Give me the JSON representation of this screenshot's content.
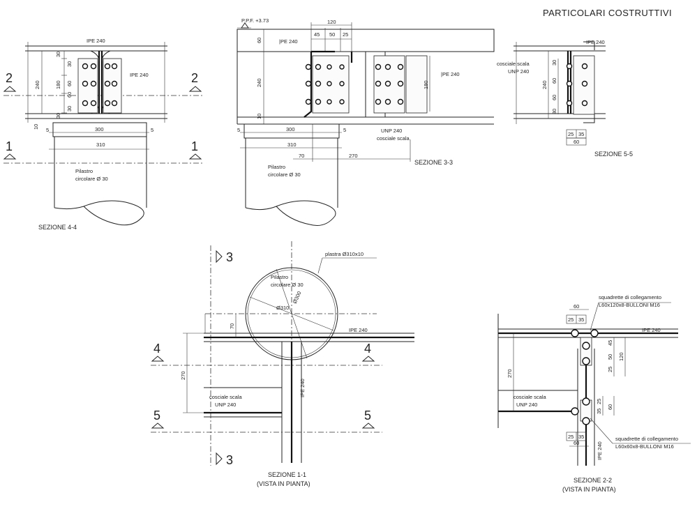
{
  "title": "PARTICOLARI COSTRUTTIVI",
  "labels": {
    "ipe240": "IPE 240",
    "ipe240_spaced": "|PE 240",
    "unp240": "UNP 240",
    "cosciale": "cosciale scala",
    "pilastro": "Pilastro",
    "circolare": "circolare Ø 30",
    "ppf": "P.P.F. +3.73",
    "plastra": "plastra Ø310x10",
    "d310": "Ø310",
    "d300": "Ø300",
    "squadrette": "squadrette di collegamento",
    "sq_a": "L60x120x8-BULLONI M16",
    "sq_b": "L60x60x8-BULLONI M16"
  },
  "sections": {
    "s44": "SEZIONE 4-4",
    "s33": "SEZIONE 3-3",
    "s55": "SEZIONE 5-5",
    "s11": "SEZIONE 1-1",
    "s11_sub": "(VISTA IN PIANTA)",
    "s22": "SEZIONE 2-2",
    "s22_sub": "(VISTA IN PIANTA)"
  },
  "marks": {
    "m1": "1",
    "m2": "2",
    "m3": "3",
    "m4": "4",
    "m5": "5"
  },
  "dims": {
    "d5": "5",
    "d10": "10",
    "d25": "25",
    "d30": "30",
    "d35": "35",
    "d45": "45",
    "d50": "50",
    "d60": "60",
    "d70": "70",
    "d120": "120",
    "d180": "180",
    "d240": "240",
    "d270": "270",
    "d300": "300",
    "d310": "310"
  }
}
